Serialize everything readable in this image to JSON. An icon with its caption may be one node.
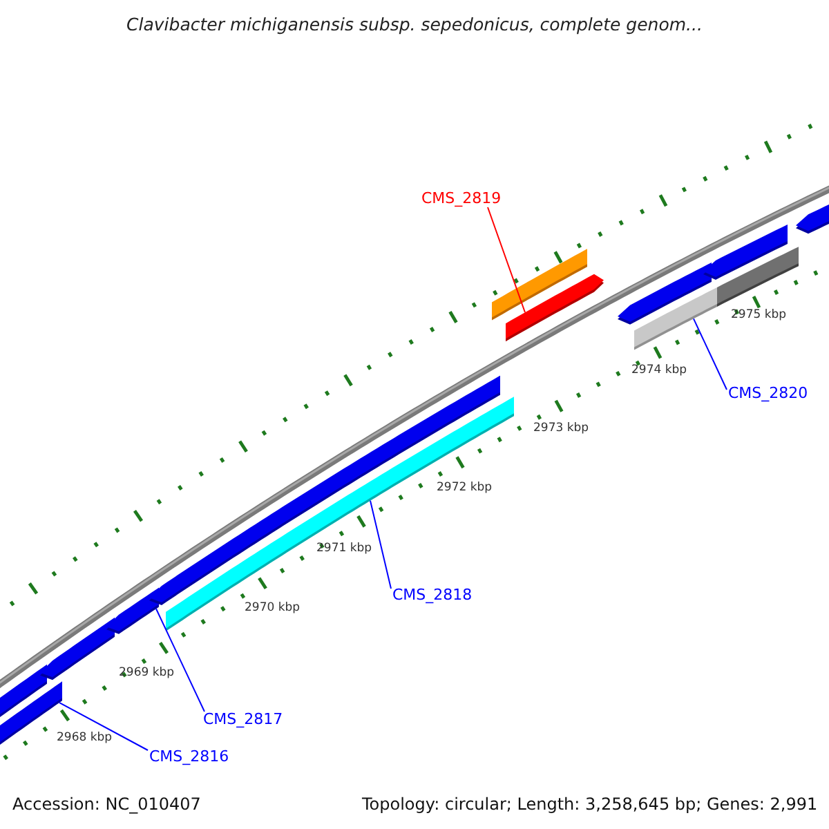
{
  "diagram": {
    "title": "Clavibacter michiganensis subsp. sepedonicus, complete genom...",
    "nodes": [
      {
        "text": [
          "CMS_2816"
        ]
      },
      {
        "text": [
          "CMS_2817"
        ]
      },
      {
        "text": [
          "CMS_2818"
        ]
      },
      {
        "text": [
          "CMS_2819"
        ]
      },
      {
        "text": [
          "CMS_2820"
        ]
      },
      {
        "text": [],
        "shape": "bar"
      },
      {
        "text": [],
        "shape": "pentagon"
      },
      {
        "text": [],
        "shape": "pentagon"
      },
      {
        "text": [],
        "shape": "pentagon"
      },
      {
        "text": [],
        "shape": "pentagon"
      },
      {
        "text": [],
        "shape": "bar"
      },
      {
        "text": [],
        "shape": "bar"
      },
      {
        "text": [],
        "shape": "pentagon"
      },
      {
        "text": [],
        "shape": "pentagon"
      },
      {
        "text": [],
        "shape": "bar"
      },
      {
        "text": [],
        "shape": "bar"
      },
      {
        "text": [],
        "shape": "pentagon"
      },
      {
        "text": [],
        "shape": "pentagon"
      }
    ],
    "edges": [
      {
        "from": 0,
        "to": 5,
        "arrow": "none"
      },
      {
        "from": 1,
        "to": 8,
        "arrow": "none"
      },
      {
        "from": 2,
        "to": 10,
        "arrow": "none"
      },
      {
        "from": 3,
        "to": 12,
        "arrow": "none",
        "color": "#ff0000"
      },
      {
        "from": 4,
        "to": 14,
        "arrow": "none"
      }
    ],
    "labels": [
      "2968 kbp",
      "2969 kbp",
      "2970 kbp",
      "2971 kbp",
      "2972 kbp",
      "2973 kbp",
      "2974 kbp",
      "2975 kbp",
      "Accession: NC_010407",
      "Topology: circular; Length: 3,258,645 bp; Genes: 2,991"
    ]
  }
}
